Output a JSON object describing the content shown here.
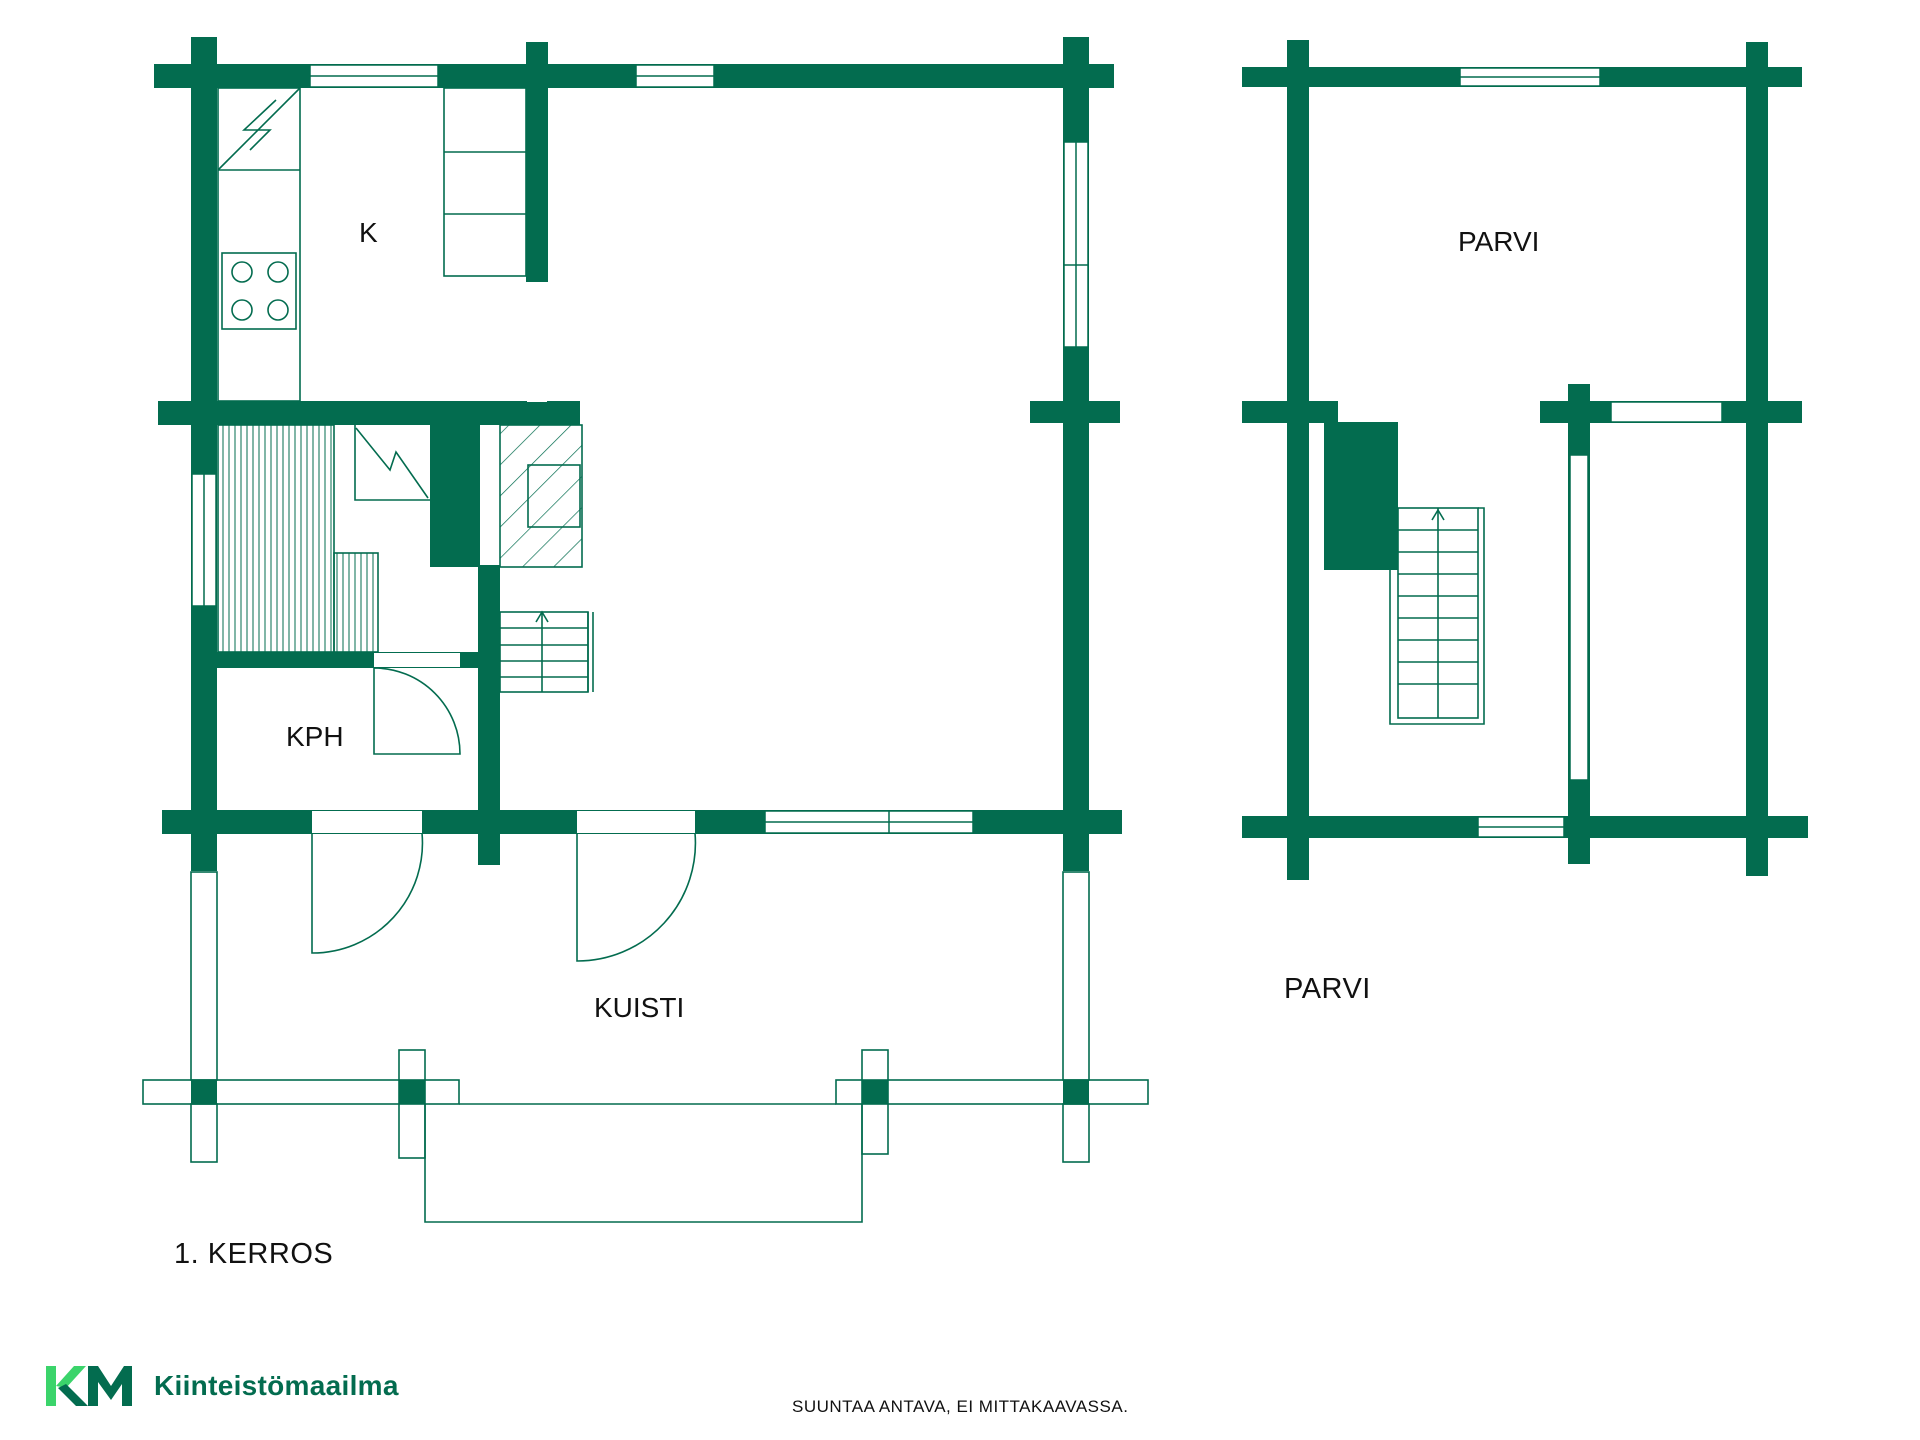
{
  "colors": {
    "wall": "#036c4f",
    "line": "#036c4f",
    "logo_light": "#3bd46b",
    "logo_dark": "#036c4f",
    "text": "#111111"
  },
  "rooms": {
    "kitchen": "K",
    "bathroom": "KPH",
    "porch": "KUISTI",
    "loft_room": "PARVI"
  },
  "floors": {
    "first": "1. KERROS",
    "loft": "PARVI"
  },
  "disclaimer": "SUUNTAA ANTAVA, EI MITTAKAAVASSA.",
  "brand": {
    "logo_letters": "KM",
    "name": "Kiinteistömaailma",
    "logo_icon": "km-logo-icon"
  }
}
